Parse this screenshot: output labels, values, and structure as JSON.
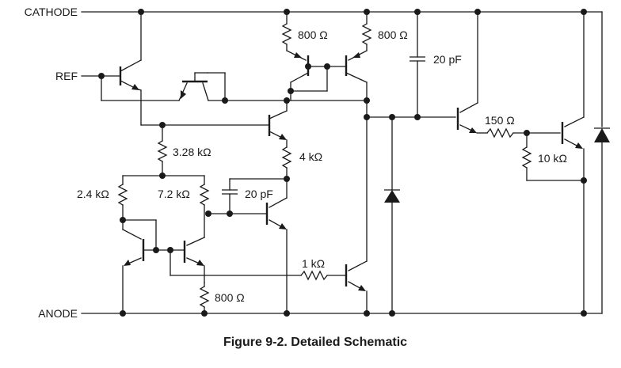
{
  "terminals": {
    "cathode": "CATHODE",
    "ref": "REF",
    "anode": "ANODE"
  },
  "components": {
    "r_800_a": "800 Ω",
    "r_800_b": "800 Ω",
    "c_20pf_top": "20 pF",
    "r_150": "150 Ω",
    "r_10k": "10 kΩ",
    "r_3_28k": "3.28 kΩ",
    "r_4k": "4 kΩ",
    "r_2_4k": "2.4 kΩ",
    "r_7_2k": "7.2 kΩ",
    "c_20pf_mid": "20 pF",
    "r_1k": "1 kΩ",
    "r_800_c": "800 Ω"
  },
  "caption": "Figure 9-2. Detailed Schematic"
}
